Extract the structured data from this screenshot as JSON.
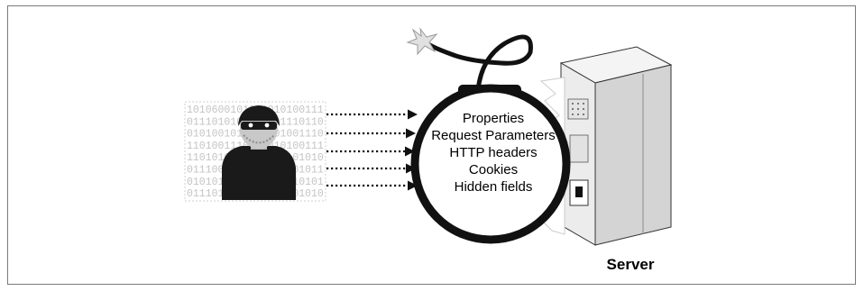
{
  "binary_rows": [
    "1010600101001010100111",
    "0111010100110001110110",
    "0101001011001101001110",
    "1101001110011010100111",
    "1101010011001011101010",
    "0111001010110010101011",
    "0101011100010101010101",
    "0111011101101011101010"
  ],
  "attack_vectors": [
    "Properties",
    "Request Parameters",
    "HTTP headers",
    "Cookies",
    "Hidden fields"
  ],
  "server_label": "Server",
  "icons": {
    "attacker": "masked-attacker-icon",
    "bomb": "bomb-icon",
    "spark": "fuse-spark-icon",
    "server": "server-cabinet-icon"
  },
  "colors": {
    "ink": "#111111",
    "binary_text": "#c4c4c4",
    "server_light": "#f2f2f2",
    "server_shade": "#d9d9d9"
  }
}
